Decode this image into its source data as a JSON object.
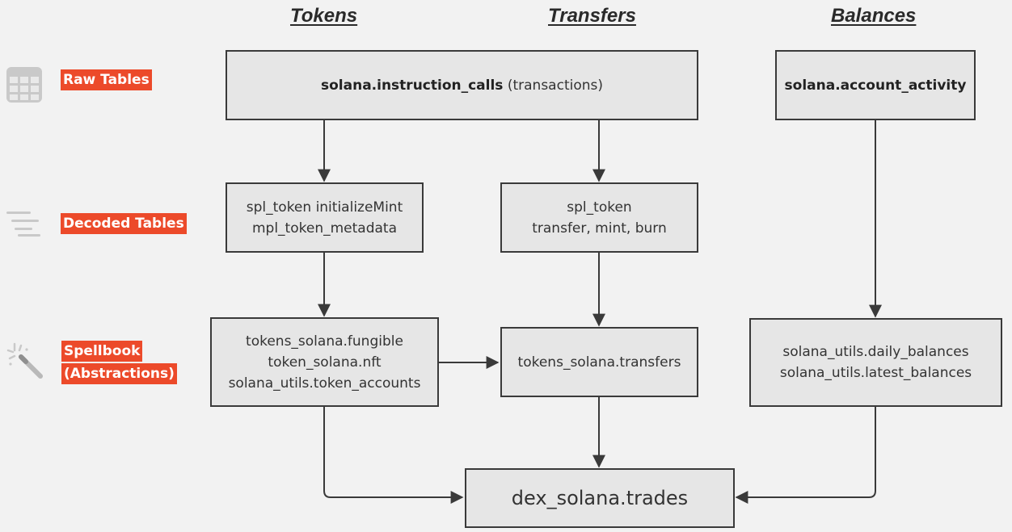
{
  "columns": {
    "tokens": "Tokens",
    "transfers": "Transfers",
    "balances": "Balances"
  },
  "rows": {
    "raw": {
      "label": "Raw Tables",
      "icon": "table-icon"
    },
    "decoded": {
      "label": "Decoded Tables",
      "icon": "lines-icon"
    },
    "spellbook": {
      "label_line1": "Spellbook",
      "label_line2": "(Abstractions)",
      "icon": "magic-wand-icon"
    }
  },
  "nodes": {
    "instruction_calls": {
      "name": "solana.instruction_calls",
      "suffix": " (transactions)"
    },
    "account_activity": {
      "name": "solana.account_activity"
    },
    "token_decoded": {
      "line1": "spl_token initializeMint",
      "line2": "mpl_token_metadata"
    },
    "transfer_decoded": {
      "line1": "spl_token",
      "line2": "transfer, mint, burn"
    },
    "tokens_spell": {
      "line1": "tokens_solana.fungible",
      "line2": "token_solana.nft",
      "line3": "solana_utils.token_accounts"
    },
    "transfers_spell": {
      "line1": "tokens_solana.transfers"
    },
    "balances_spell": {
      "line1": "solana_utils.daily_balances",
      "line2": "solana_utils.latest_balances"
    },
    "dex_trades": {
      "line1": "dex_solana.trades"
    }
  },
  "colors": {
    "tag_background": "#ec4a2a",
    "node_fill": "#e6e6e6",
    "node_border": "#3a3a3a",
    "arrow": "#3a3a3a",
    "page_background": "#f2f2f2",
    "icon_gray": "#c9c9c9"
  }
}
